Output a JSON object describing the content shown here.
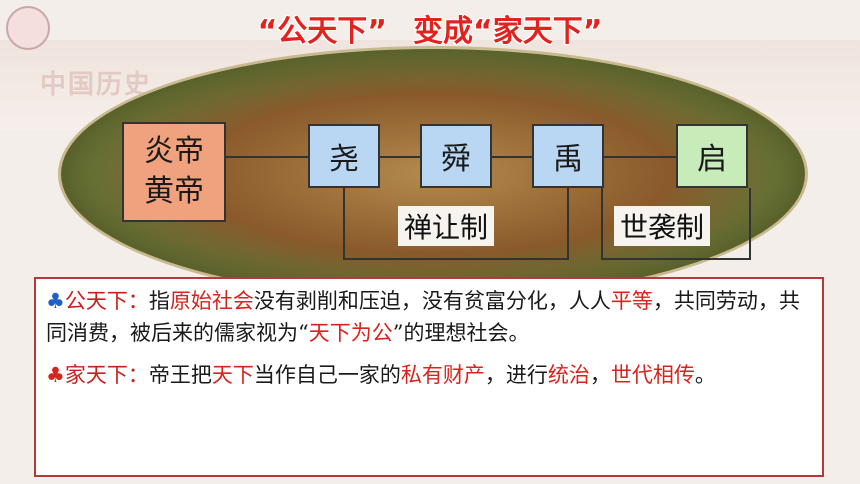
{
  "title": {
    "part1": "“公天下”",
    "part2": "变成“家天下”"
  },
  "watermark": "中国历史",
  "diagram": {
    "root": [
      "炎帝",
      "黄帝"
    ],
    "chain": [
      "尧",
      "舜",
      "禹",
      "启"
    ],
    "system_labels": {
      "abdication": "禅让制",
      "hereditary": "世袭制"
    }
  },
  "definitions": {
    "gongtianxia": {
      "bullet": "♣",
      "term": "公天下：",
      "t1": "指",
      "h1": "原始社会",
      "t2": "没有剥削和压迫，没有贫富分化，人人",
      "h2": "平等",
      "t3": "，共同劳动，共同消费，被后来的儒家视为“",
      "h3": "天下为公",
      "t4": "”的理想社会。"
    },
    "jiatianxia": {
      "bullet": "♣",
      "term": "家天下：",
      "t1": "帝王把",
      "h1": "天下",
      "t2": "当作自己一家的",
      "h2": "私有财产",
      "t3": "，进行",
      "h3": "统治",
      "t4": "，",
      "h4": "世代相传",
      "t5": "。"
    }
  },
  "colors": {
    "title": "#e0231f",
    "root_box": "#f0a27e",
    "blue_box": "#b9d7f2",
    "green_box": "#c7ecb9",
    "highlight": "#d9231d"
  }
}
